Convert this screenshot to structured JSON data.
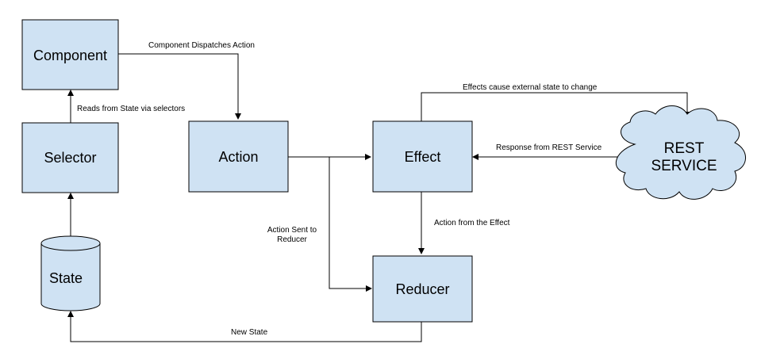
{
  "nodes": {
    "component": "Component",
    "selector": "Selector",
    "state": "State",
    "action": "Action",
    "effect": "Effect",
    "reducer": "Reducer",
    "rest_service": [
      "REST",
      "SERVICE"
    ]
  },
  "edges": {
    "component_dispatches_action": "Component Dispatches Action",
    "reads_from_state": "Reads from State via selectors",
    "effects_cause_change": "Effects cause external state to change",
    "response_from_rest": "Response from REST Service",
    "action_sent_to_reducer": [
      "Action Sent to",
      "Reducer"
    ],
    "action_from_effect": "Action from the Effect",
    "new_state": "New State"
  },
  "colors": {
    "box_fill": "#cfe2f3",
    "stroke": "#000000"
  }
}
